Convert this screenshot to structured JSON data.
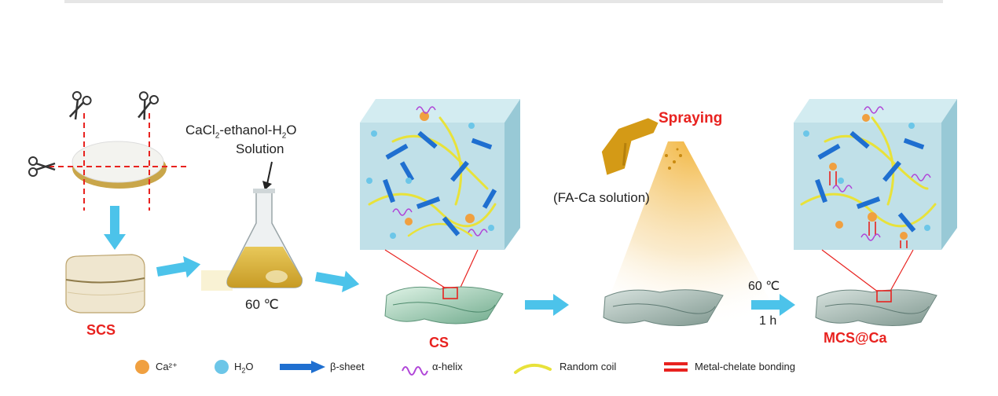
{
  "labels": {
    "scs": "SCS",
    "cs": "CS",
    "mcs": "MCS@Ca",
    "solution_line1_pre": "CaCl",
    "solution_line1_sub1": "2",
    "solution_line1_mid": "-ethanol-H",
    "solution_line1_sub2": "2",
    "solution_line1_post": "O",
    "solution_line2": "Solution",
    "temp1": "60 ℃",
    "spraying": "Spraying",
    "fa_ca": "(FA-Ca solution)",
    "temp2": "60 ℃",
    "time2": "1 h"
  },
  "legend": {
    "ca": "Ca²⁺",
    "h2o_pre": "H",
    "h2o_sub": "2",
    "h2o_post": "O",
    "beta": "β-sheet",
    "alpha": "α-helix",
    "coil": "Random coil",
    "metal": "Metal-chelate bonding"
  },
  "colors": {
    "accent_red": "#e8221f",
    "arrow_cyan": "#4cc3ea",
    "cube": "#b9dde6",
    "ca_orange": "#f0a040",
    "h2o_blue": "#6cc6e8",
    "beta_blue": "#1f6fd0",
    "alpha_purple": "#b045d8",
    "coil_yellow": "#e8e23a",
    "spray_gold": "#d49a16"
  },
  "icons": [
    "scissors-icon",
    "flask-icon",
    "spray-bottle-icon",
    "arrow-right-icon"
  ]
}
